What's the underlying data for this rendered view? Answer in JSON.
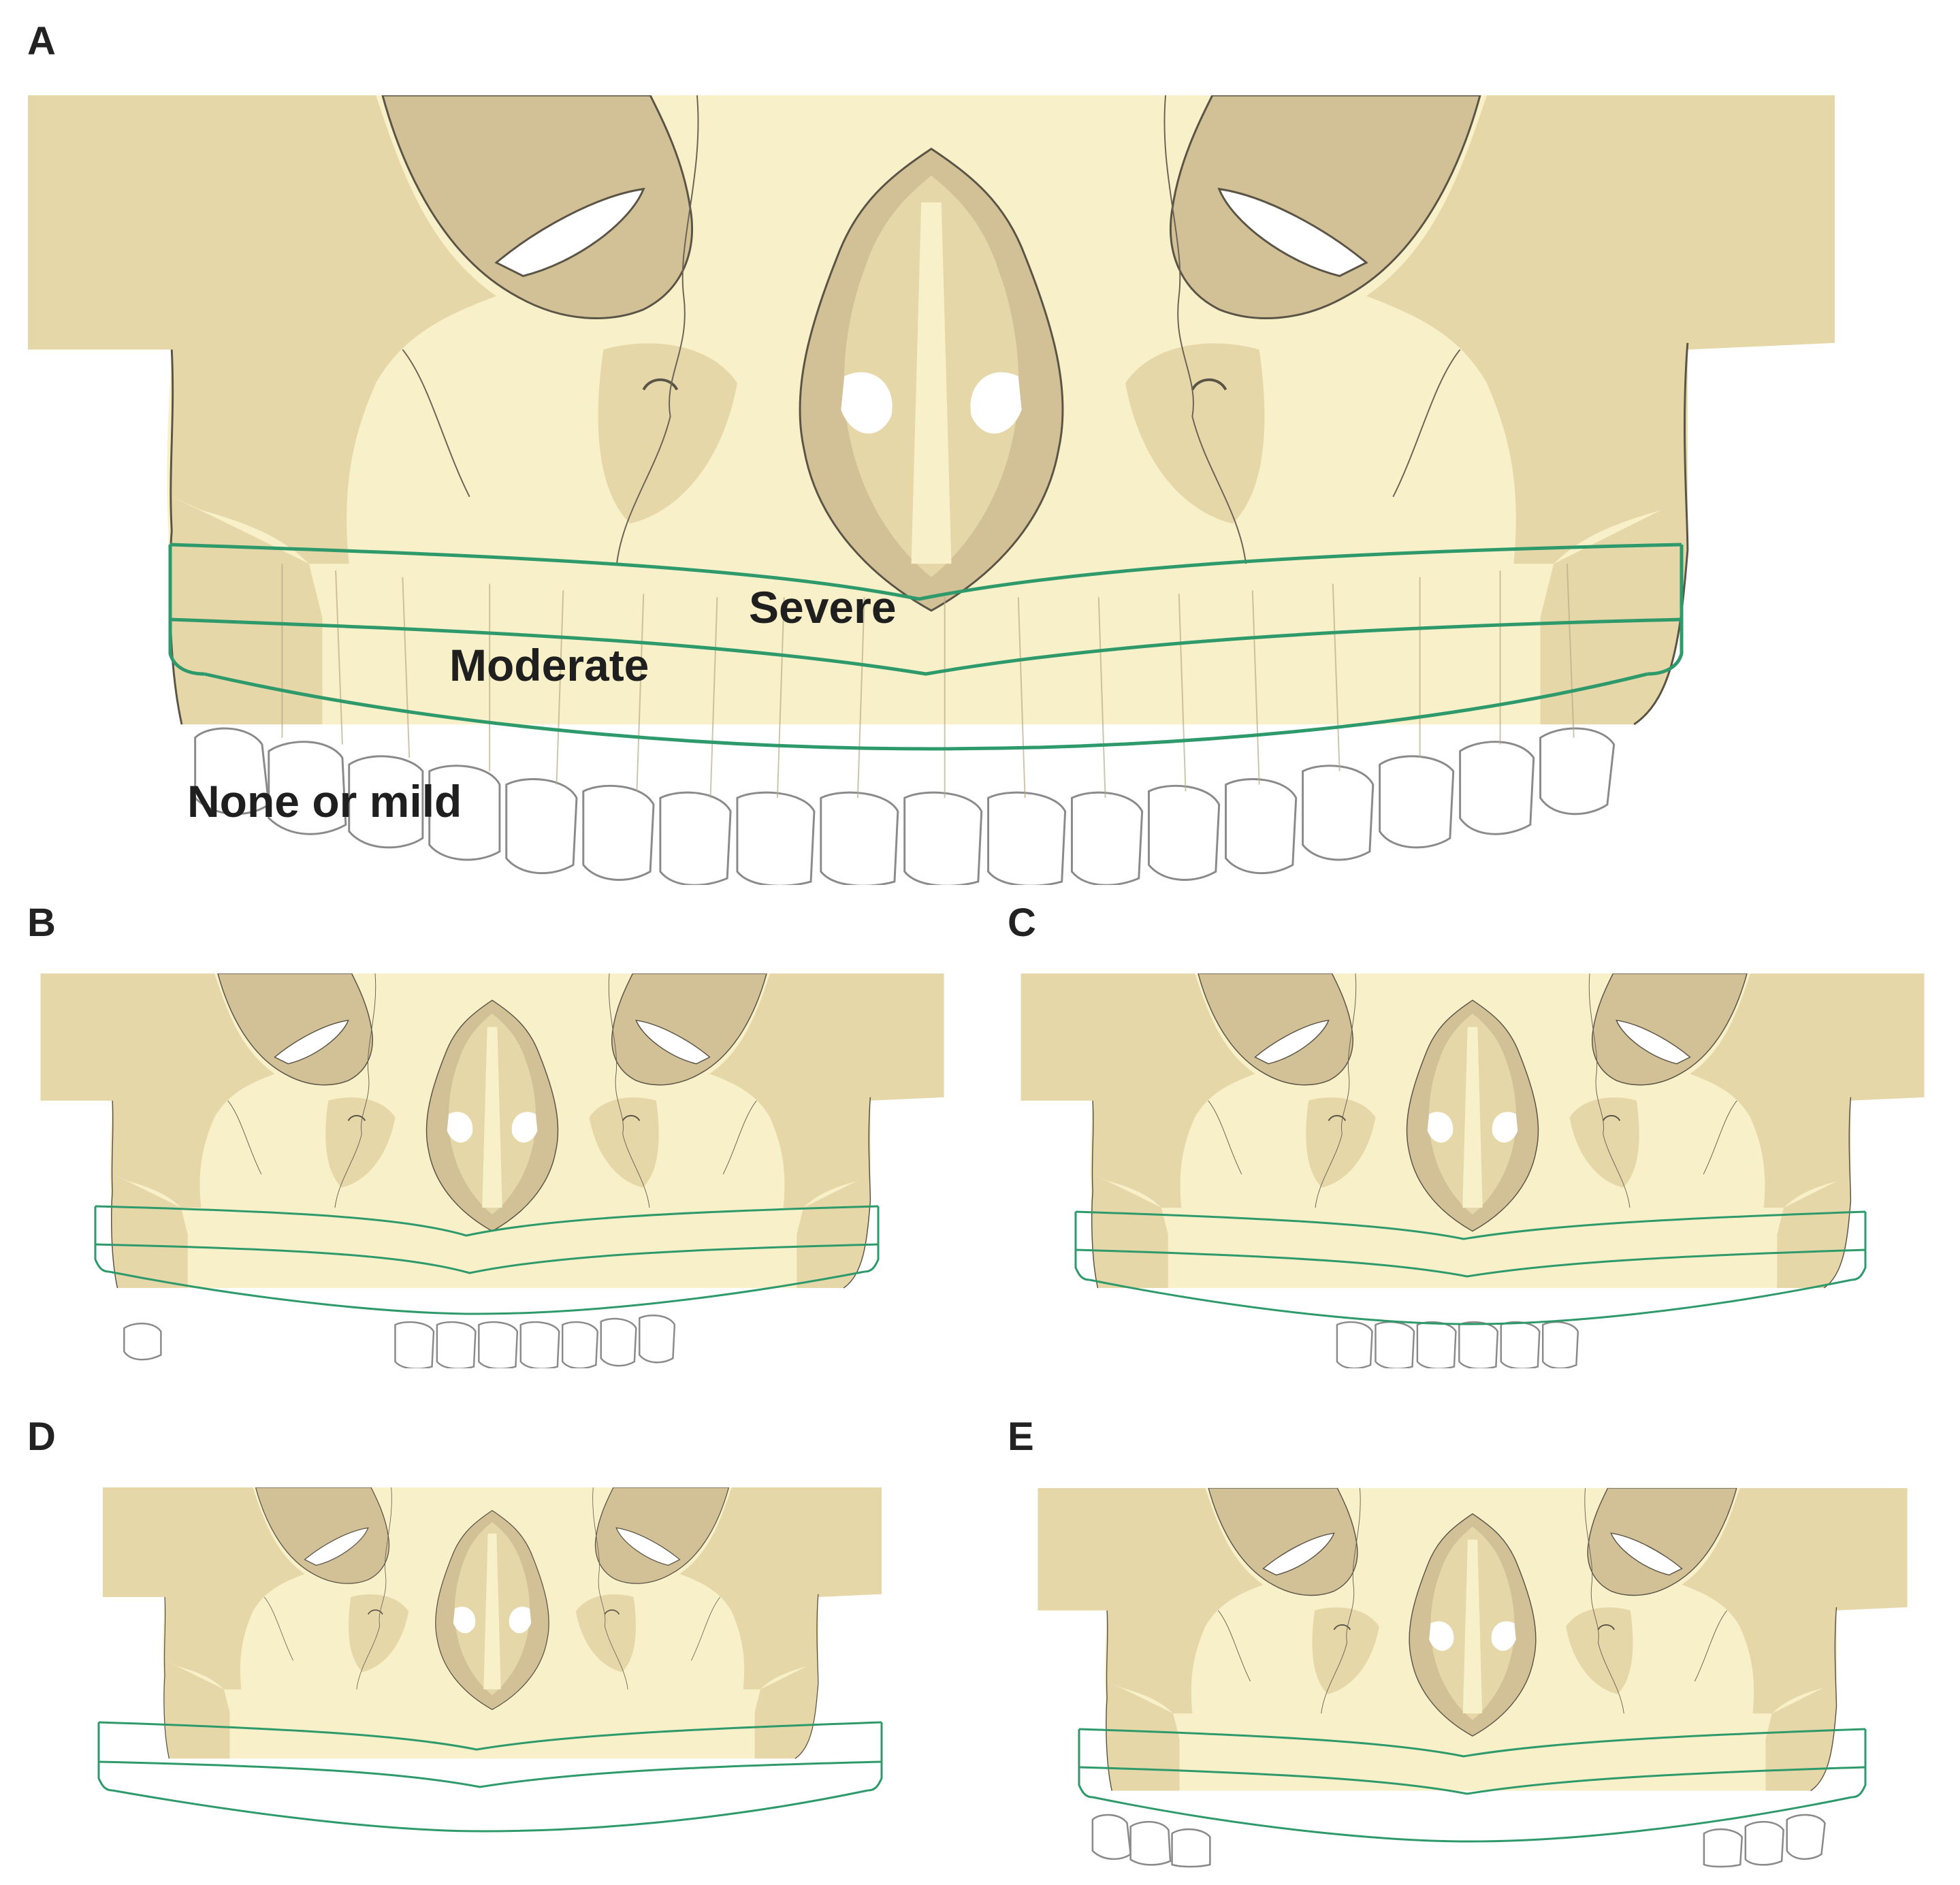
{
  "figure": {
    "panels": [
      {
        "id": "A",
        "letter": "A"
      },
      {
        "id": "B",
        "letter": "B"
      },
      {
        "id": "C",
        "letter": "C"
      },
      {
        "id": "D",
        "letter": "D"
      },
      {
        "id": "E",
        "letter": "E"
      }
    ],
    "band_labels": {
      "severe": "Severe",
      "moderate": "Moderate",
      "none_or_mild": "None or mild"
    },
    "colors": {
      "bone_light": "#f7f0c8",
      "bone_mid": "#e6d7a9",
      "bone_dark": "#d2c096",
      "outline": "#5a5446",
      "band_line": "#2e9a6b",
      "tooth_fill": "#ffffff",
      "tooth_outline": "#8a8a8a"
    },
    "panel_teeth_visible": {
      "A": "full dentition",
      "B": "anterior teeth and one left molar",
      "C": "anterior teeth only",
      "D": "edentulous",
      "E": "posterior teeth only"
    }
  }
}
